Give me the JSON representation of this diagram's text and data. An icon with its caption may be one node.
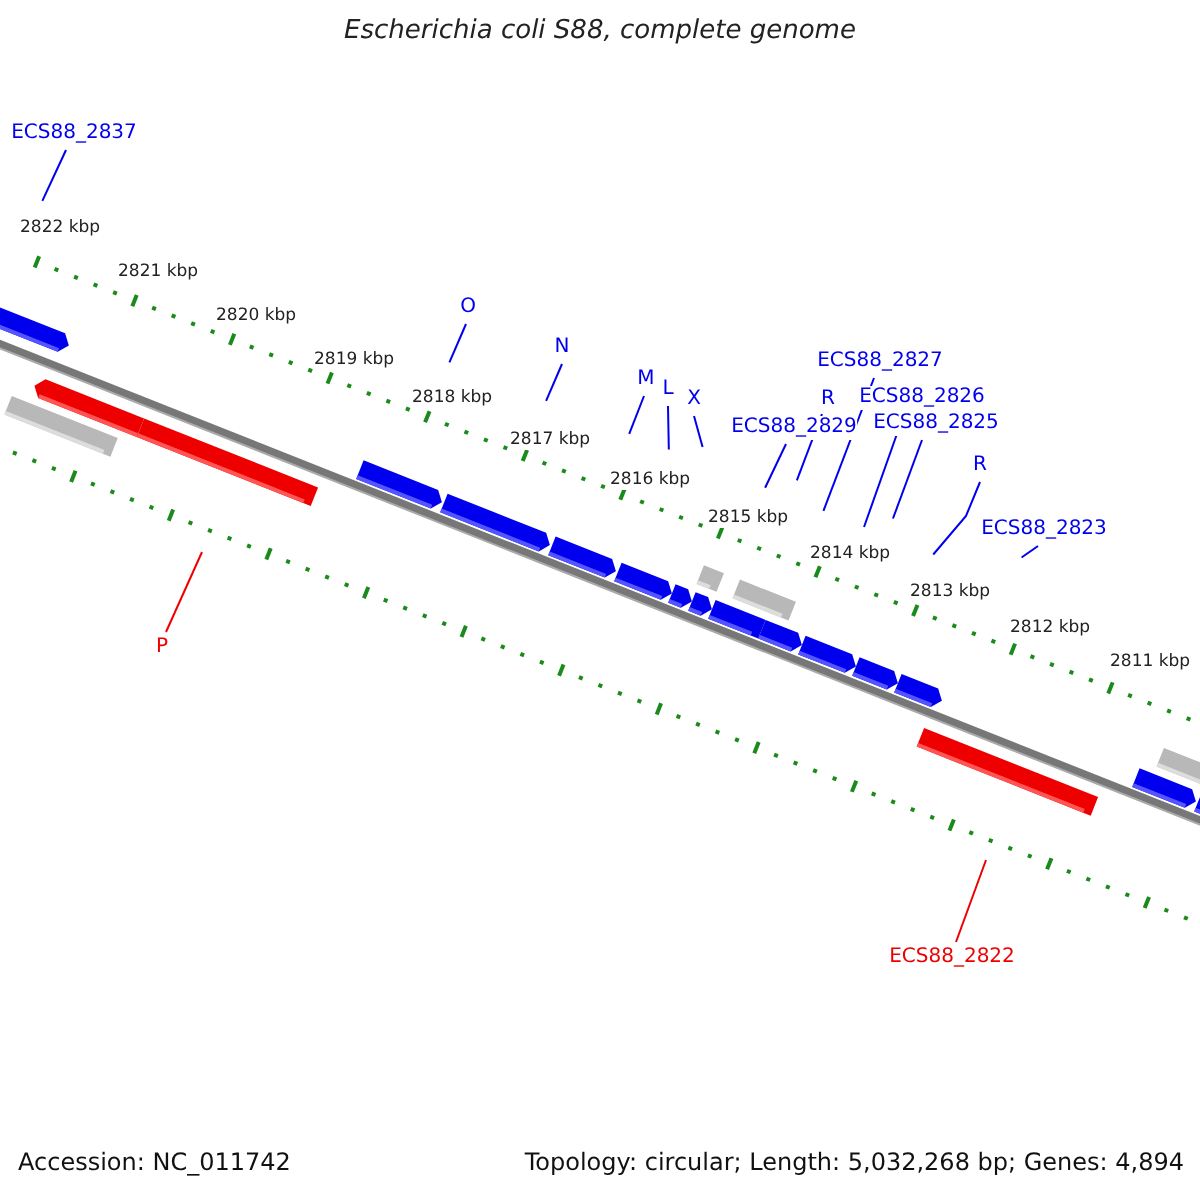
{
  "diagram": {
    "title": "Escherichia coli S88, complete genome",
    "nodes": [
      {
        "text": [
          "ECS88_2837"
        ]
      },
      {
        "text": [
          "O"
        ]
      },
      {
        "text": [
          "N"
        ]
      },
      {
        "text": [
          "M"
        ]
      },
      {
        "text": [
          "L"
        ]
      },
      {
        "text": [
          "X"
        ]
      },
      {
        "text": [
          "ECS88_2829"
        ]
      },
      {
        "text": [
          "R"
        ]
      },
      {
        "text": [
          "ECS88_2827"
        ]
      },
      {
        "text": [
          "ECS88_2826"
        ]
      },
      {
        "text": [
          "ECS88_2825"
        ]
      },
      {
        "text": [
          "R"
        ]
      },
      {
        "text": [
          "ECS88_2823"
        ]
      },
      {
        "text": [
          "P"
        ]
      },
      {
        "text": [
          "ECS88_2822"
        ]
      }
    ],
    "edges": [
      {
        "from": 0,
        "to": null,
        "arrow": "none"
      },
      {
        "from": 1,
        "to": null,
        "arrow": "none"
      },
      {
        "from": 2,
        "to": null,
        "arrow": "none"
      },
      {
        "from": 3,
        "to": null,
        "arrow": "none"
      },
      {
        "from": 4,
        "to": null,
        "arrow": "none"
      },
      {
        "from": 5,
        "to": null,
        "arrow": "none"
      },
      {
        "from": 6,
        "to": null,
        "arrow": "none"
      },
      {
        "from": 7,
        "to": null,
        "arrow": "none"
      },
      {
        "from": 8,
        "to": null,
        "arrow": "none"
      },
      {
        "from": 9,
        "to": null,
        "arrow": "none"
      },
      {
        "from": 10,
        "to": null,
        "arrow": "none"
      },
      {
        "from": 11,
        "to": null,
        "arrow": "none"
      },
      {
        "from": 12,
        "to": null,
        "arrow": "none"
      },
      {
        "from": 13,
        "to": null,
        "arrow": "none",
        "color": "#ee0000"
      },
      {
        "from": 14,
        "to": null,
        "arrow": "none",
        "color": "#ee0000"
      }
    ],
    "labels": [
      "2822 kbp",
      "2821 kbp",
      "2820 kbp",
      "2819 kbp",
      "2818 kbp",
      "2817 kbp",
      "2816 kbp",
      "2815 kbp",
      "2814 kbp",
      "2813 kbp",
      "2812 kbp",
      "2811 kbp",
      "Accession: NC_011742",
      "Topology: circular; Length: 5,032,268 bp; Genes: 4,894"
    ]
  }
}
